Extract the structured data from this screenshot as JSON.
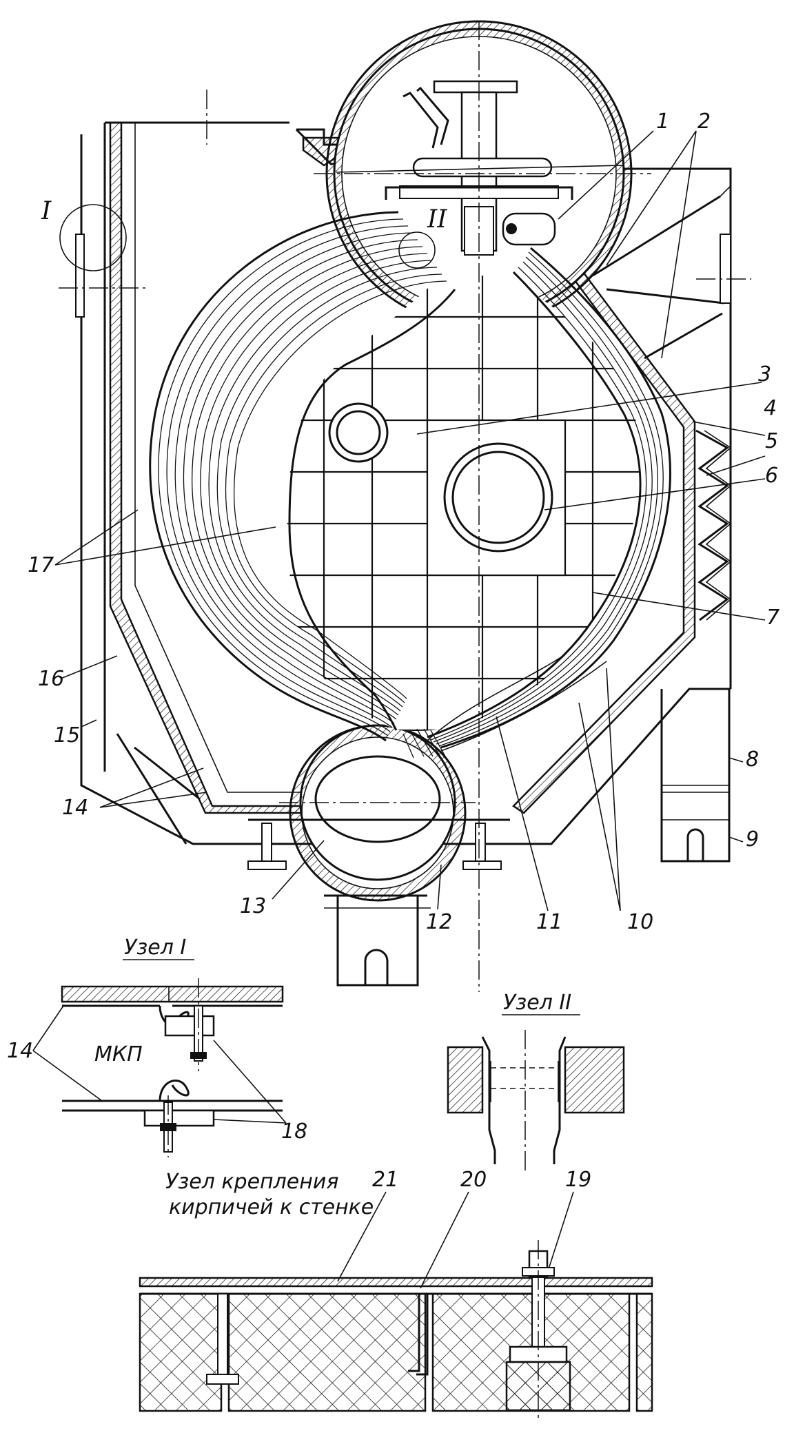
{
  "callouts": [
    "1",
    "2",
    "3",
    "4",
    "5",
    "6",
    "7",
    "8",
    "9",
    "10",
    "11",
    "12",
    "13",
    "14",
    "15",
    "16",
    "17"
  ],
  "detail_marks": {
    "node1": "I",
    "node2": "II"
  },
  "detail_I": {
    "title": "Узел I",
    "inner_label": "МКП",
    "callouts": [
      "14",
      "18"
    ]
  },
  "detail_II": {
    "title": "Узел II"
  },
  "detail_brick": {
    "title_line1": "Узел крепления",
    "title_line2": "кирпичей к стенке",
    "callouts": [
      "21",
      "20",
      "19"
    ]
  }
}
